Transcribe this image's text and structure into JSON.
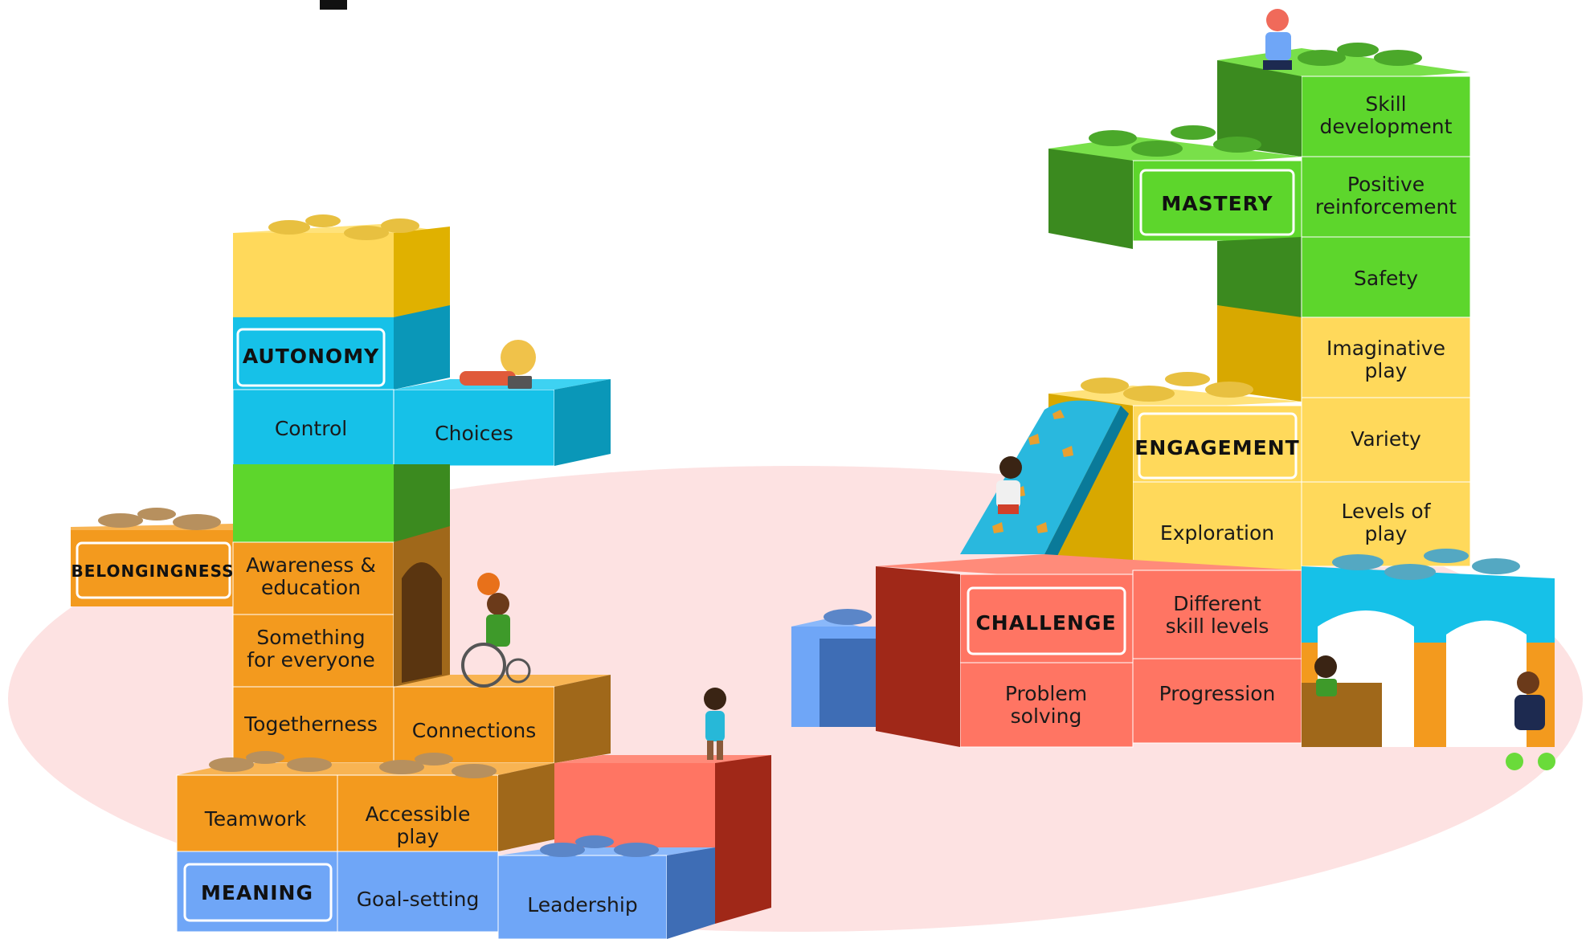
{
  "groups": {
    "autonomy": {
      "name": "AUTONOMY",
      "items": [
        "Control",
        "Choices"
      ],
      "color": "#16C1E8"
    },
    "belongingness": {
      "name": "BELONGINGNESS",
      "items": [
        "Awareness &",
        "education",
        "Something",
        "for everyone",
        "Togetherness",
        "Connections",
        "Teamwork",
        "Accessible",
        "play"
      ],
      "color": "#F39A1E"
    },
    "meaning": {
      "name": "MEANING",
      "items": [
        "Goal-setting",
        "Leadership"
      ],
      "color": "#6FA6F7"
    },
    "mastery": {
      "name": "MASTERY",
      "items": [
        "Skill",
        "development",
        "Positive",
        "reinforcement",
        "Safety"
      ],
      "color": "#5DD62C"
    },
    "engagement": {
      "name": "ENGAGEMENT",
      "items": [
        "Imaginative",
        "play",
        "Variety",
        "Levels of",
        "play",
        "Exploration"
      ],
      "color": "#FFD95B"
    },
    "challenge": {
      "name": "CHALLENGE",
      "items": [
        "Different",
        "skill levels",
        "Problem",
        "solving",
        "Progression"
      ],
      "color": "#FF7563"
    }
  },
  "ground_color": "#FDE2E2"
}
